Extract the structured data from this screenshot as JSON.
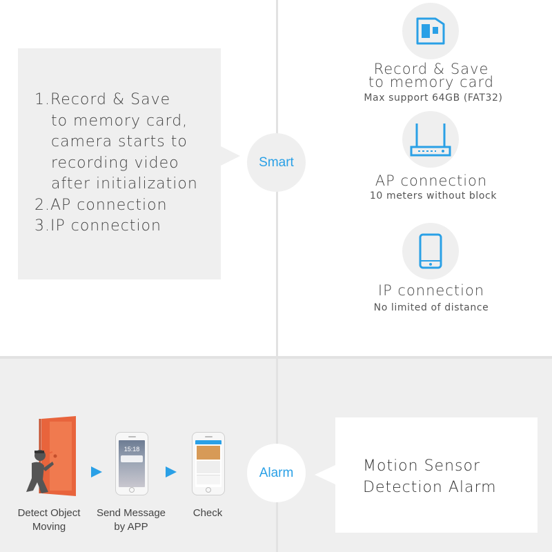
{
  "smart": {
    "list_text": "1.Record & Save\n   to memory card,\n   camera starts to\n   recording video\n   after initialization\n2.AP connection\n3.IP connection",
    "badge": "Smart"
  },
  "features": [
    {
      "title_line1": "Record & Save",
      "title_line2": "to memory card",
      "subtitle": "Max support 64GB (FAT32)",
      "icon": "memory-card-icon"
    },
    {
      "title": "AP connection",
      "subtitle": "10 meters without block",
      "icon": "router-icon"
    },
    {
      "title": "IP connection",
      "subtitle": "No limited of distance",
      "icon": "phone-icon"
    }
  ],
  "alarm": {
    "badge": "Alarm",
    "text": "Motion Sensor\nDetection Alarm",
    "steps": [
      {
        "label": "Detect Object\nMoving",
        "icon": "intruder-door-icon"
      },
      {
        "label": "Send Message\nby APP",
        "icon": "lockscreen-phone-icon",
        "time": "15:18"
      },
      {
        "label": "Check",
        "icon": "app-phone-icon"
      }
    ]
  },
  "colors": {
    "accent": "#2aa0e6",
    "panel": "#efefef",
    "door": "#e8643c"
  }
}
